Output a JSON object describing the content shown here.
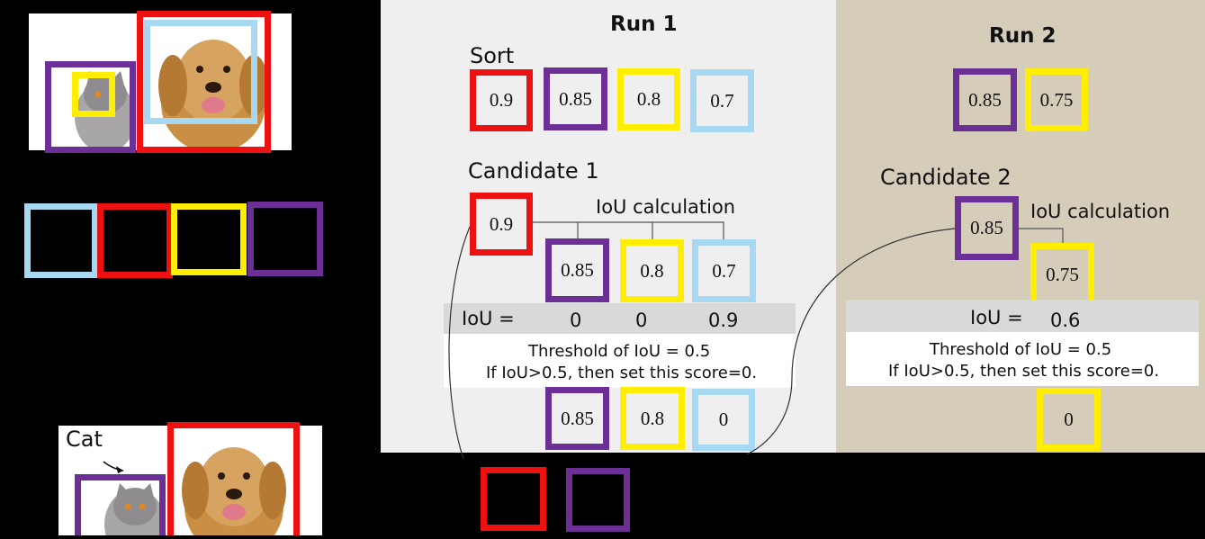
{
  "colors": {
    "red": "#ee1111",
    "purple": "#6c2f96",
    "yellow": "#ffee00",
    "blue": "#a6d9f1",
    "run1_bg": "#efefef",
    "run2_bg": "#d5ccb9",
    "band": "#d9d9d9"
  },
  "left": {
    "cat_label": "Cat"
  },
  "run1": {
    "title": "Run 1",
    "sort_label": "Sort",
    "sorted_scores": [
      "0.9",
      "0.85",
      "0.8",
      "0.7"
    ],
    "candidate_label": "Candidate 1",
    "candidate_score": "0.9",
    "iou_calc_label": "IoU calculation",
    "compare_scores": [
      "0.85",
      "0.8",
      "0.7"
    ],
    "iou_label": "IoU =",
    "iou_values": [
      "0",
      "0",
      "0.9"
    ],
    "threshold_line1": "Threshold of IoU = 0.5",
    "threshold_line2": "If IoU>0.5, then set this score=0.",
    "result_scores": [
      "0.85",
      "0.8",
      "0"
    ]
  },
  "run2": {
    "title": "Run 2",
    "sorted_scores": [
      "0.85",
      "0.75"
    ],
    "candidate_label": "Candidate 2",
    "candidate_score": "0.85",
    "iou_calc_label": "IoU calculation",
    "compare_scores": [
      "0.75"
    ],
    "iou_label": "IoU =",
    "iou_values": [
      "0.6"
    ],
    "threshold_line1": "Threshold of IoU = 0.5",
    "threshold_line2": "If IoU>0.5, then set this score=0.",
    "result_scores": [
      "0"
    ]
  }
}
